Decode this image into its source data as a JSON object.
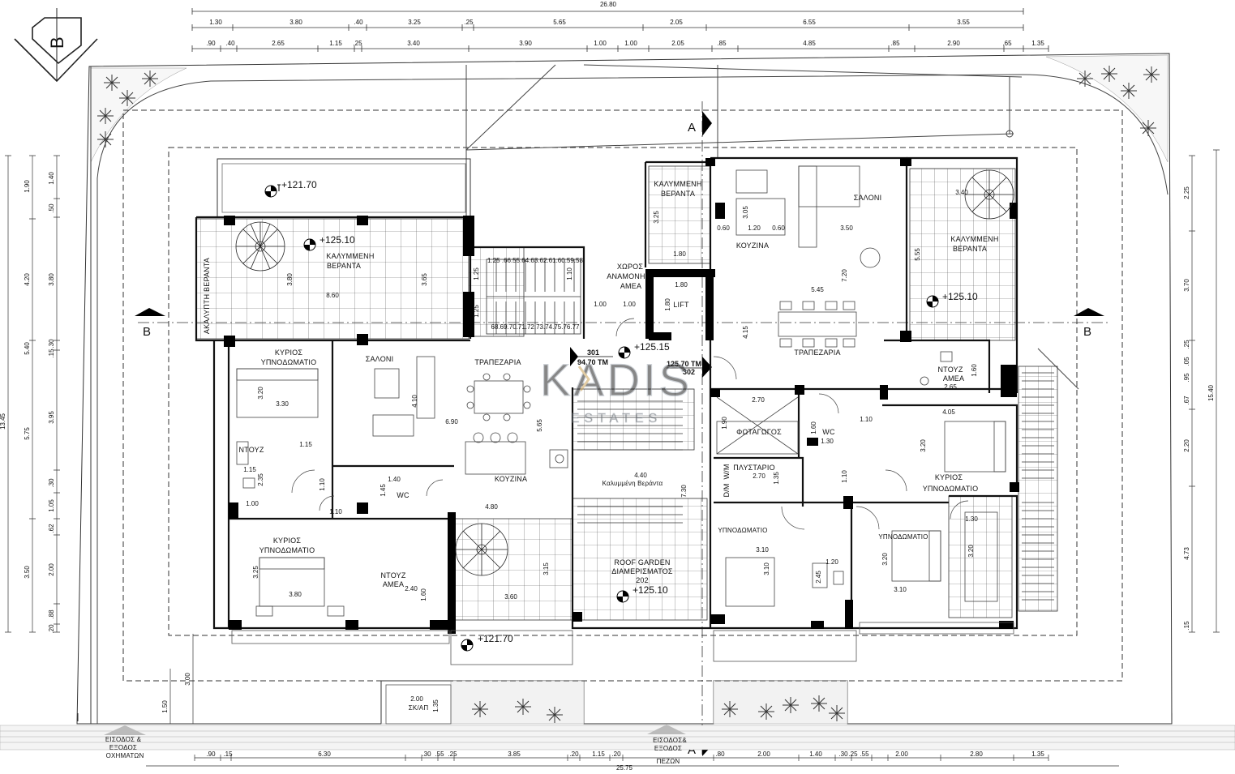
{
  "top_dims": {
    "total": "26.80",
    "row1": [
      "1.30",
      "3.80",
      ".40",
      "3.25",
      ".25",
      "5.65",
      "2.05",
      "6.55",
      "3.55"
    ],
    "row2": [
      ".90",
      ".40",
      "2.65",
      "1.15",
      ".25",
      "3.40",
      "3.90",
      "1.00",
      "1.00",
      "2.05",
      ".85",
      "4.85",
      ".85",
      "2.90",
      ".65",
      "1.35"
    ]
  },
  "bottom_dims": {
    "total": "25.75",
    "row": [
      ".90",
      ".15",
      "6.30",
      ".30",
      ".55",
      ".25",
      "3.85",
      ".20",
      "1.15",
      ".20",
      ".80",
      "2.00",
      "1.40",
      ".30",
      ".25",
      ".55",
      "2.00",
      "2.80",
      "1.35"
    ]
  },
  "left_dims": {
    "outer": [
      "1.90",
      "4.20",
      "5.40",
      "5.75",
      "3.50"
    ],
    "inner": [
      "1.40",
      ".50",
      "3.80",
      ".30",
      ".15",
      "3.95",
      ".30",
      "1.05",
      ".62",
      "2.00",
      ".88",
      ".20"
    ],
    "total": "13.45",
    "lower": [
      "3.00",
      "1.50"
    ]
  },
  "right_dims": {
    "outer": [
      "2.25",
      "3.70",
      "2.20",
      "4.73",
      "15.40"
    ],
    "inner": [
      ".25",
      ".05",
      ".95",
      ".67",
      ".15"
    ]
  },
  "rooms": [
    {
      "id": "cv-left",
      "label": "ΚΑΛΥΜΜΕΝΗ",
      "label2": "ΒΕΡΑΝΤΑ"
    },
    {
      "id": "open-ver",
      "label": "ΑΚΑΛΥΠΤΗ ΒΕΡΑΝΤΑ"
    },
    {
      "id": "master-1",
      "label": "ΚΥΡΙΟΣ",
      "label2": "ΥΠΝΟΔΩΜΑΤΙΟ"
    },
    {
      "id": "saloni-1",
      "label": "ΣΑΛΟΝΙ"
    },
    {
      "id": "trap-1",
      "label": "ΤΡΑΠΕΖΑΡΙΑ"
    },
    {
      "id": "kouz-1",
      "label": "ΚΟΥΖΙΝΑ"
    },
    {
      "id": "ntouz-1",
      "label": "ΝΤΟΥΖ"
    },
    {
      "id": "wc-1",
      "label": "WC"
    },
    {
      "id": "master-2",
      "label": "ΚΥΡΙΟΣ",
      "label2": "ΥΠΝΟΔΩΜΑΤΙΟ"
    },
    {
      "id": "ntouz-amea-1",
      "label": "ΝΤΟΥΖ",
      "label2": "ΑΜΕΑ"
    },
    {
      "id": "waiting",
      "label": "ΧΩΡΟΣ",
      "label2": "ΑΝΑΜΟΝΗ",
      "label3": "ΑΜΕΑ"
    },
    {
      "id": "lift",
      "label": "LIFT"
    },
    {
      "id": "cv-mid",
      "label": "ΚΑΛΥΜΜΕΝΗ",
      "label2": "ΒΕΡΑΝΤΑ"
    },
    {
      "id": "kouz-2",
      "label": "ΚΟΥΖΙΝΑ"
    },
    {
      "id": "saloni-2",
      "label": "ΣΑΛΟΝΙ"
    },
    {
      "id": "cv-right",
      "label": "ΚΑΛΥΜΜΕΝΗ",
      "label2": "ΒΕΡΑΝΤΑ"
    },
    {
      "id": "trap-2",
      "label": "ΤΡΑΠΕΖΑΡΙΑ"
    },
    {
      "id": "ntouz-amea-2",
      "label": "ΝΤΟΥΖ",
      "label2": "ΑΜΕΑ"
    },
    {
      "id": "fotagogos",
      "label": "ΦΩΤΑΓΩΓΟΣ"
    },
    {
      "id": "wc-2",
      "label": "WC"
    },
    {
      "id": "master-3",
      "label": "ΚΥΡΙΟΣ",
      "label2": "ΥΠΝΟΔΩΜΑΤΙΟ"
    },
    {
      "id": "plystario",
      "label": "ΠΛΥΣΤΑΡΙΟ"
    },
    {
      "id": "wm",
      "label": "W/M"
    },
    {
      "id": "dm",
      "label": "D/M"
    },
    {
      "id": "bed-1",
      "label": "ΥΠΝΟΔΩΜΑΤΙΟ"
    },
    {
      "id": "bed-2",
      "label": "ΥΠΝΟΔΩΜΑΤΙΟ"
    },
    {
      "id": "cov-ver",
      "label": "Καλυμμένη Βεράντα"
    },
    {
      "id": "roof",
      "label": "ROOF GARDEN",
      "label2": "ΔΙΑΜΕΡΙΣΜΑΤΟΣ",
      "label3": "202"
    },
    {
      "id": "car-entry",
      "label": "ΕΙΣΟΔΟΣ &",
      "label2": "ΕΞΟΔΟΣ",
      "label3": "ΟΧΗΜΑΤΩΝ"
    },
    {
      "id": "ped-entry",
      "label": "ΕΙΣΟΔΟΣ&",
      "label2": "ΕΞΟΔΟΣ",
      "label3": "ΠΕΖΩΝ"
    },
    {
      "id": "ska",
      "label": "ΣΚ/ΑΠ"
    }
  ],
  "levels": [
    "+121.70",
    "+125.10",
    "+125.10",
    "+125.15",
    "+125.10",
    "+121.70"
  ],
  "units": {
    "u301": "301",
    "u301_area": "94.70 ΤΜ",
    "u302": "302",
    "u302_area": "125.70 ΤΜ"
  },
  "sections": {
    "a": "A",
    "b": "B"
  },
  "inner_dims": [
    "3.80",
    "3.65",
    "8.60",
    "3.20",
    "3.30",
    "4.10",
    "6.90",
    "5.65",
    "1.15",
    "1.15",
    "2.35",
    "1.00",
    "1.10",
    "1.10",
    "1.40",
    "1.45",
    "4.80",
    "3.25",
    "3.80",
    "2.40",
    "1.60",
    "3.15",
    "3.60",
    "4.40",
    "7.30",
    "1.80",
    "1.80",
    "1.80",
    "1.00",
    "1.00",
    "1.25",
    "1.25",
    "1.25",
    "1.10",
    "3.05",
    "3.25",
    "0.60",
    "1.20",
    "0.60",
    "3.50",
    "7.20",
    "5.45",
    "4.15",
    "3.40",
    "5.55",
    "1.60",
    "2.65",
    "2.70",
    "1.90",
    "1.60",
    "1.30",
    "1.10",
    "1.10",
    "4.05",
    "3.20",
    "2.70",
    "1.35",
    "3.10",
    "3.10",
    "1.20",
    "2.45",
    "3.20",
    "3.10",
    "1.30",
    "3.20",
    "2.00",
    "1.35"
  ],
  "stair_counts": {
    "top": "1.25 .66.55.64.63.62.61.60.59.58",
    "bottom": "68.69.70.71.72.73.74.75.76.77"
  },
  "watermark": {
    "brand": "KADIS",
    "sub": "ESTATES"
  },
  "colors": {
    "line": "#222222",
    "wall": "#000000",
    "grid": "#555555",
    "plant": "#333333",
    "accent": "#c79a4a"
  }
}
